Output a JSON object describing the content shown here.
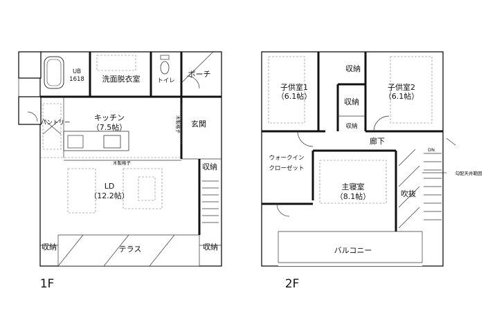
{
  "floor_1": {
    "label": "1F",
    "rooms": {
      "bath": "UB",
      "bath_size": "1618",
      "washroom": "洗面脱衣室",
      "toilet": "トイレ",
      "porch": "ポーチ",
      "pantry": "パントリー",
      "kitchen": "キッチン",
      "kitchen_size": "（7.5帖）",
      "entrance": "玄関",
      "lattice_1": "木製格子",
      "lattice_2": "木製格子",
      "storage_entry": "収納",
      "ld": "LD",
      "ld_size": "（12.2帖）",
      "storage_left": "収納",
      "storage_right": "収納",
      "terrace": "テラス"
    }
  },
  "floor_2": {
    "label": "2F",
    "rooms": {
      "child_1": "子供室1",
      "child_1_size": "（6.1帖）",
      "child_2": "子供室2",
      "child_2_size": "（6.1帖）",
      "storage_a": "収納",
      "storage_b": "収納",
      "storage_c": "収納",
      "hall": "廊下",
      "walkin": "ウォークイン",
      "walkin_2": "クローゼット",
      "master": "主寝室",
      "master_size": "（8.1帖）",
      "void": "吹抜",
      "balcony": "バルコニー",
      "dn": "DN",
      "ceiling_note": "勾配天井範囲"
    }
  },
  "colors": {
    "line": "#111111",
    "hatch": "#222222",
    "dashed": "#777777"
  }
}
